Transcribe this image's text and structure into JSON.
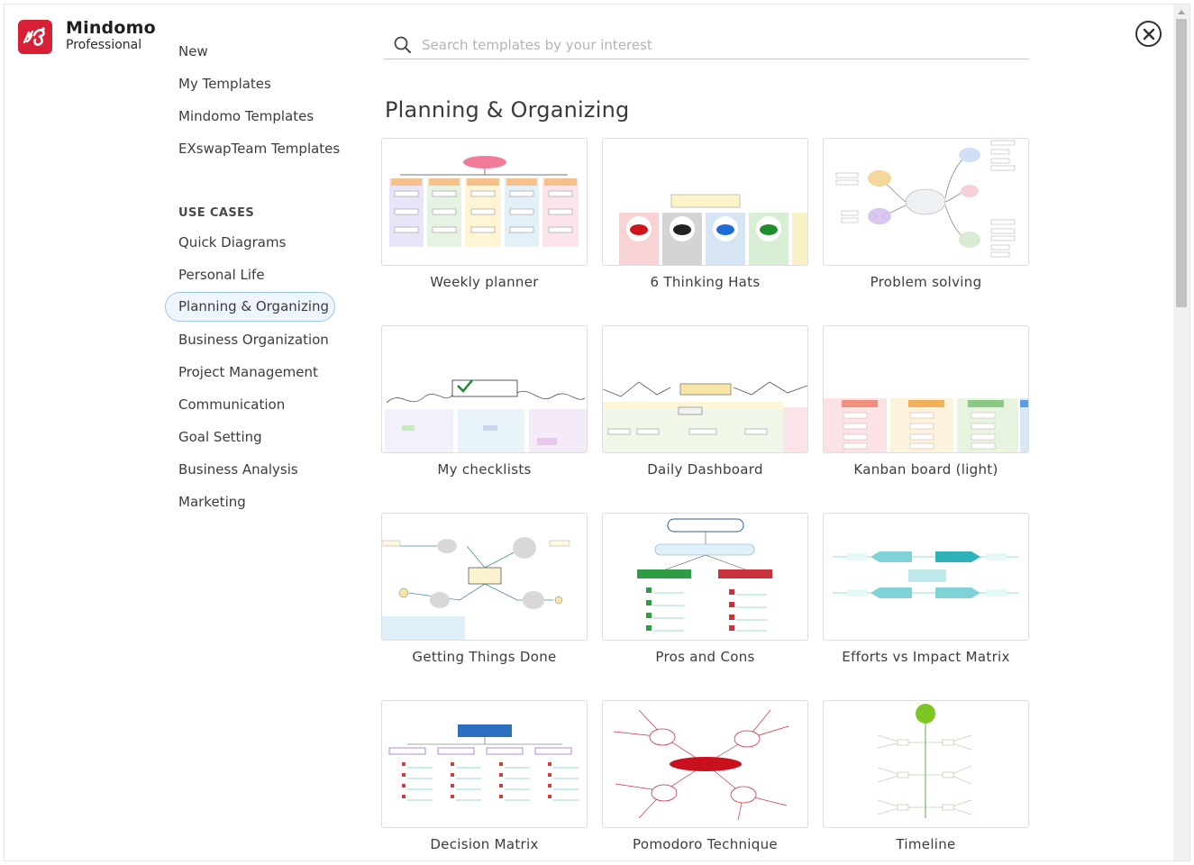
{
  "app": {
    "name": "Mindomo",
    "edition": "Professional"
  },
  "search": {
    "placeholder": "Search templates by your interest",
    "value": ""
  },
  "sidebar": {
    "top_items": [
      {
        "label": "New"
      },
      {
        "label": "My Templates"
      },
      {
        "label": "Mindomo Templates"
      },
      {
        "label": "EXswapTeam Templates"
      }
    ],
    "use_cases_heading": "USE CASES",
    "use_cases": [
      {
        "label": "Quick Diagrams"
      },
      {
        "label": "Personal Life"
      },
      {
        "label": "Planning & Organizing",
        "selected": true
      },
      {
        "label": "Business Organization"
      },
      {
        "label": "Project Management"
      },
      {
        "label": "Communication"
      },
      {
        "label": "Goal Setting"
      },
      {
        "label": "Business Analysis"
      },
      {
        "label": "Marketing"
      }
    ]
  },
  "main": {
    "section_title": "Planning & Organizing",
    "templates": [
      {
        "label": "Weekly planner"
      },
      {
        "label": "6 Thinking Hats"
      },
      {
        "label": "Problem solving"
      },
      {
        "label": "My checklists"
      },
      {
        "label": "Daily Dashboard"
      },
      {
        "label": "Kanban board (light)"
      },
      {
        "label": "Getting Things Done"
      },
      {
        "label": "Pros and Cons"
      },
      {
        "label": "Efforts vs Impact Matrix"
      },
      {
        "label": "Decision Matrix"
      },
      {
        "label": "Pomodoro Technique"
      },
      {
        "label": "Timeline"
      }
    ]
  },
  "colors": {
    "brand": "#d71f36",
    "selected_border": "#9dc6e6",
    "selected_bg": "#eef5fc"
  },
  "icons": {
    "logo": "mindomo-logo-icon",
    "search": "search-icon",
    "close": "close-icon"
  }
}
